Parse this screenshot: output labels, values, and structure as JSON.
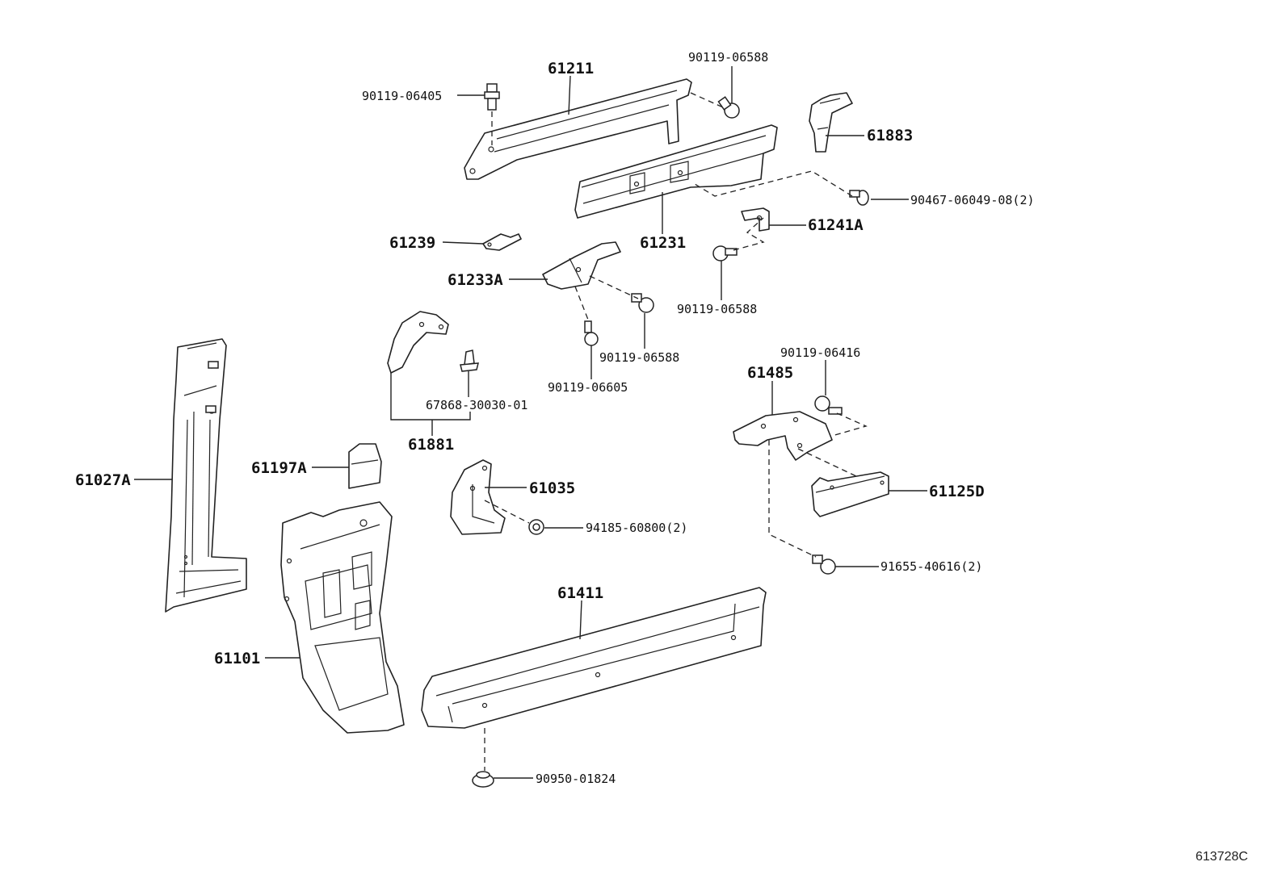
{
  "diagram_code": "613728C",
  "labels": {
    "p61211": "61211",
    "p90119_06405": "90119-06405",
    "p90119_06588_top": "90119-06588",
    "p61883": "61883",
    "p90467": "90467-06049-08(2)",
    "p61231": "61231",
    "p61241A": "61241A",
    "p61239": "61239",
    "p61233A": "61233A",
    "p90119_06588_mid": "90119-06588",
    "p90119_06588_low": "90119-06588",
    "p90119_06605": "90119-06605",
    "p67868": "67868-30030-01",
    "p61881": "61881",
    "p90119_06416": "90119-06416",
    "p61485": "61485",
    "p61027A": "61027A",
    "p61197A": "61197A",
    "p61035": "61035",
    "p94185": "94185-60800(2)",
    "p61125D": "61125D",
    "p91655": "91655-40616(2)",
    "p61411": "61411",
    "p61101": "61101",
    "p90950": "90950-01824"
  }
}
